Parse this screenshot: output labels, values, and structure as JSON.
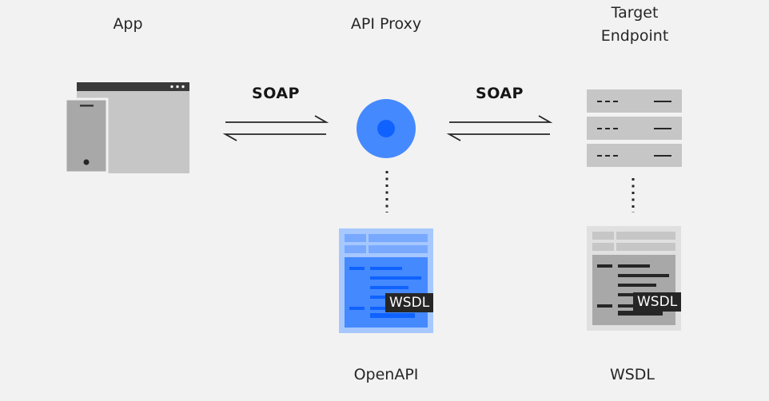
{
  "labels": {
    "app": "App",
    "api_proxy": "API Proxy",
    "target_endpoint_line1": "Target",
    "target_endpoint_line2": "Endpoint",
    "openapi": "OpenAPI",
    "wsdl": "WSDL"
  },
  "arrows": {
    "left_protocol": "SOAP",
    "right_protocol": "SOAP"
  },
  "badges": {
    "openapi_badge": "WSDL",
    "wsdl_badge": "WSDL"
  },
  "colors": {
    "background": "#f2f2f2",
    "proxy_outer": "#4589ff",
    "proxy_inner": "#0f62fe",
    "openapi_doc": "#a6c8ff",
    "wsdl_doc": "#e0e0e0",
    "server": "#c6c6c6",
    "badge": "#262626"
  }
}
